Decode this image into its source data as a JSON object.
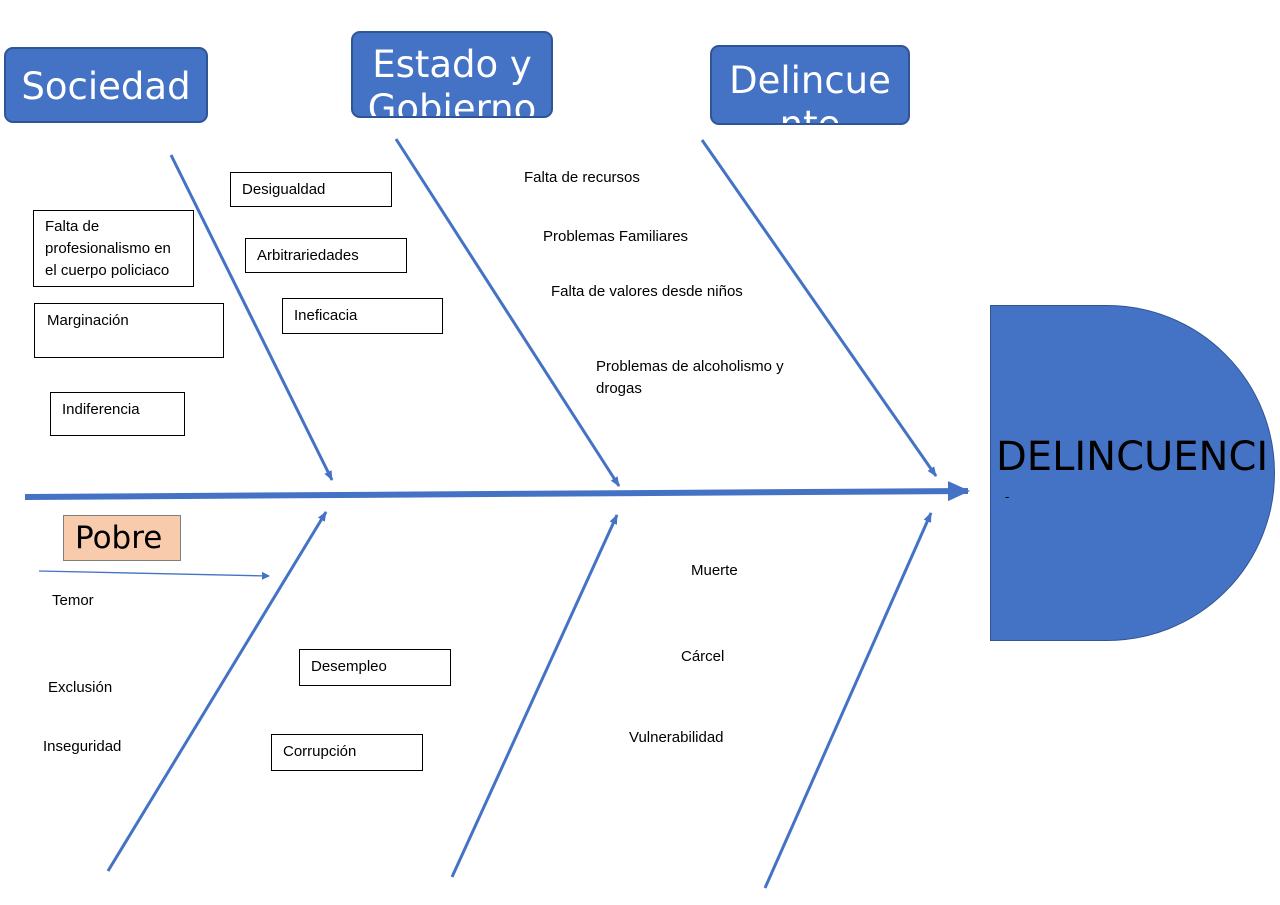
{
  "categories": {
    "sociedad": "Sociedad",
    "estado": {
      "line1": "Estado y",
      "line2": "Gobierno"
    },
    "delincuente": {
      "line1": "Delincue",
      "line2": "nte"
    }
  },
  "effect": {
    "label": "DELINCUENCI",
    "tail": "-"
  },
  "sociedad_causes": {
    "desigualdad": "Desigualdad",
    "profesionalismo": {
      "line1": "Falta de",
      "line2": "profesionalismo en",
      "line3": "el cuerpo policiaco"
    },
    "arbitrariedades": "Arbitrariedades",
    "marginacion": "Marginación",
    "ineficacia": "Ineficacia",
    "indiferencia": "Indiferencia"
  },
  "estado_causes": {
    "recursos": "Falta de recursos",
    "familiares": "Problemas Familiares",
    "valores": "Falta de valores desde niños",
    "alcoholismo": {
      "line1": "Problemas de alcoholismo y",
      "line2": "drogas"
    }
  },
  "pobre": {
    "label": "Pobre",
    "items": [
      "Temor",
      "Exclusión",
      "Inseguridad"
    ]
  },
  "lower_boxes": {
    "desempleo": "Desempleo",
    "corrupcion": "Corrupción"
  },
  "consequences": [
    "Muerte",
    "Cárcel",
    "Vulnerabilidad"
  ],
  "colors": {
    "accent": "#4472c4",
    "accent_border": "#2f5597",
    "pobre_fill": "#f8cbad",
    "text": "#000000"
  }
}
